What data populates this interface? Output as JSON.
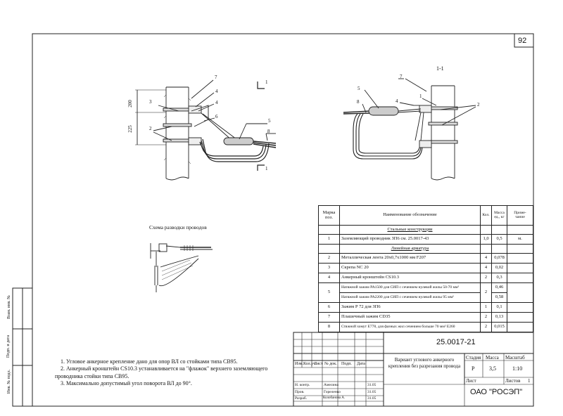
{
  "sheet_number": "92",
  "section_label": "1-1",
  "callouts": {
    "left": [
      "7",
      "4",
      "3",
      "4",
      "6",
      "2",
      "5",
      "8",
      "1",
      "1"
    ],
    "right": [
      "7",
      "5",
      "8",
      "4",
      "1",
      "2"
    ]
  },
  "dimensions": [
    "200",
    "225"
  ],
  "scheme_title": "Схема разводки проводов",
  "spec_table": {
    "headers": {
      "pos": "Марка поз.",
      "name": "Наименование обозначение",
      "qty": "Кол.",
      "mass": "Масса ед., кг",
      "note": "Приме- чание"
    },
    "section_steel": "Стальные конструкции",
    "section_fittings": "Линейная арматура",
    "rows": [
      {
        "pos": "1",
        "name": "Заземляющий проводник ЗП6 см. 25.0017-43",
        "qty": "1,0",
        "mass": "0,5",
        "note": "м."
      },
      {
        "pos": "2",
        "name": "Металлическая лента 20х0,7х1000 мм F207",
        "qty": "4",
        "mass": "0,078",
        "note": ""
      },
      {
        "pos": "3",
        "name": "Скрепа NC 20",
        "qty": "4",
        "mass": "0,02",
        "note": ""
      },
      {
        "pos": "4",
        "name": "Анкерный кронштейн CS10.3",
        "qty": "2",
        "mass": "0,3",
        "note": ""
      },
      {
        "pos": "5",
        "name": "Натяжной зажим PA1500 для СИП с сечением нулевой жилы 50-70 мм²",
        "qty": "2",
        "mass": "0,46",
        "note": ""
      },
      {
        "pos": "",
        "name": "Натяжной зажим PA2200 для СИП с сечением нулевой жилы 95 мм²",
        "qty": "",
        "mass": "0,58",
        "note": ""
      },
      {
        "pos": "6",
        "name": "Зажим Р 72 для ЗП6",
        "qty": "1",
        "mass": "0,1",
        "note": ""
      },
      {
        "pos": "7",
        "name": "Плашечный зажим CD35",
        "qty": "2",
        "mass": "0,13",
        "note": ""
      },
      {
        "pos": "8",
        "name": "Стяжной хомут Е778, для фазных жил сечением больше 70 мм² Е260",
        "qty": "2",
        "mass": "0,015",
        "note": ""
      }
    ]
  },
  "notes": [
    "1. Угловое анкерное крепление дано для опор ВЛ со стойками типа СВ95.",
    "2. Анкерный кронштейн CS10.3 устанавливается на \"флажок\" верхнего заземляющего проводника стойки типа СВ95.",
    "3. Максимально допустимый угол поворота ВЛ до 90°."
  ],
  "title_block": {
    "doc_number": "25.0017-21",
    "title": "Вариант углового анкерного крепления без разрезания провода",
    "stage_label": "Стадия",
    "mass_label": "Масса",
    "scale_label": "Масштаб",
    "stage": "Р",
    "mass": "3,5",
    "scale": "1:10",
    "sheet_label": "Лист",
    "sheets_label": "Листов",
    "sheets": "1",
    "company": "ОАО \"РОСЭП\"",
    "change_headers": [
      "Изм.",
      "Кол.уч.",
      "Лист",
      "№ док.",
      "Подп.",
      "Дата"
    ],
    "signers": [
      {
        "role": "Н. контр.",
        "name": "Амелина",
        "date": "31.05"
      },
      {
        "role": "Пров.",
        "name": "Гореленко",
        "date": "31.05"
      },
      {
        "role": "Разраб.",
        "name": "Колобанова А.",
        "date": "31.05"
      }
    ]
  },
  "side_stamp": [
    "Инв. № подл.",
    "Подп. и дата",
    "Взам. инв. №"
  ]
}
